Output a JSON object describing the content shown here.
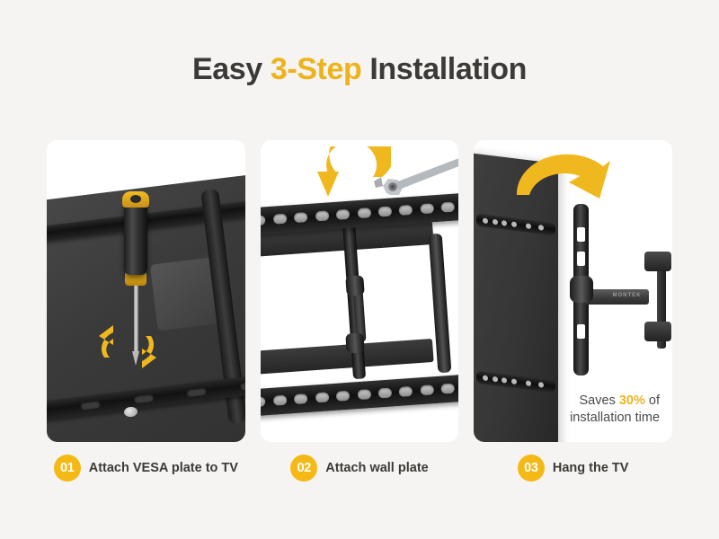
{
  "colors": {
    "background": "#f5f4f2",
    "card": "#ffffff",
    "accent_yellow": "#eeb31c",
    "badge_yellow": "#f5b916",
    "heading_dark": "#3c3a36",
    "body_gray": "#4a4a4a",
    "hardware_black": "#2a2a2a",
    "wrench_gray": "#b0b4b8"
  },
  "heading": {
    "before": "Easy ",
    "accent": "3-Step",
    "after": " Installation"
  },
  "steps": [
    {
      "number": "01",
      "label": "Attach VESA plate to TV",
      "image_alt": "Screwdriver fastening VESA bracket rails onto the back of a TV",
      "icon": "rotation-arrow-icon"
    },
    {
      "number": "02",
      "label": "Attach wall plate",
      "image_alt": "Wrench tightening a bolt on the perforated wall plate",
      "icon": "curved-down-arrow-icon"
    },
    {
      "number": "03",
      "label": "Hang the TV",
      "image_alt": "TV tilting onto the wall mount arm bracket",
      "icon": "arc-right-arrow-icon"
    }
  ],
  "panel3_note": {
    "line1_before": "Saves ",
    "line1_pct": "30%",
    "line1_after": " of",
    "line2": "installation time"
  },
  "brand": {
    "logo_text": "MONTEK"
  }
}
